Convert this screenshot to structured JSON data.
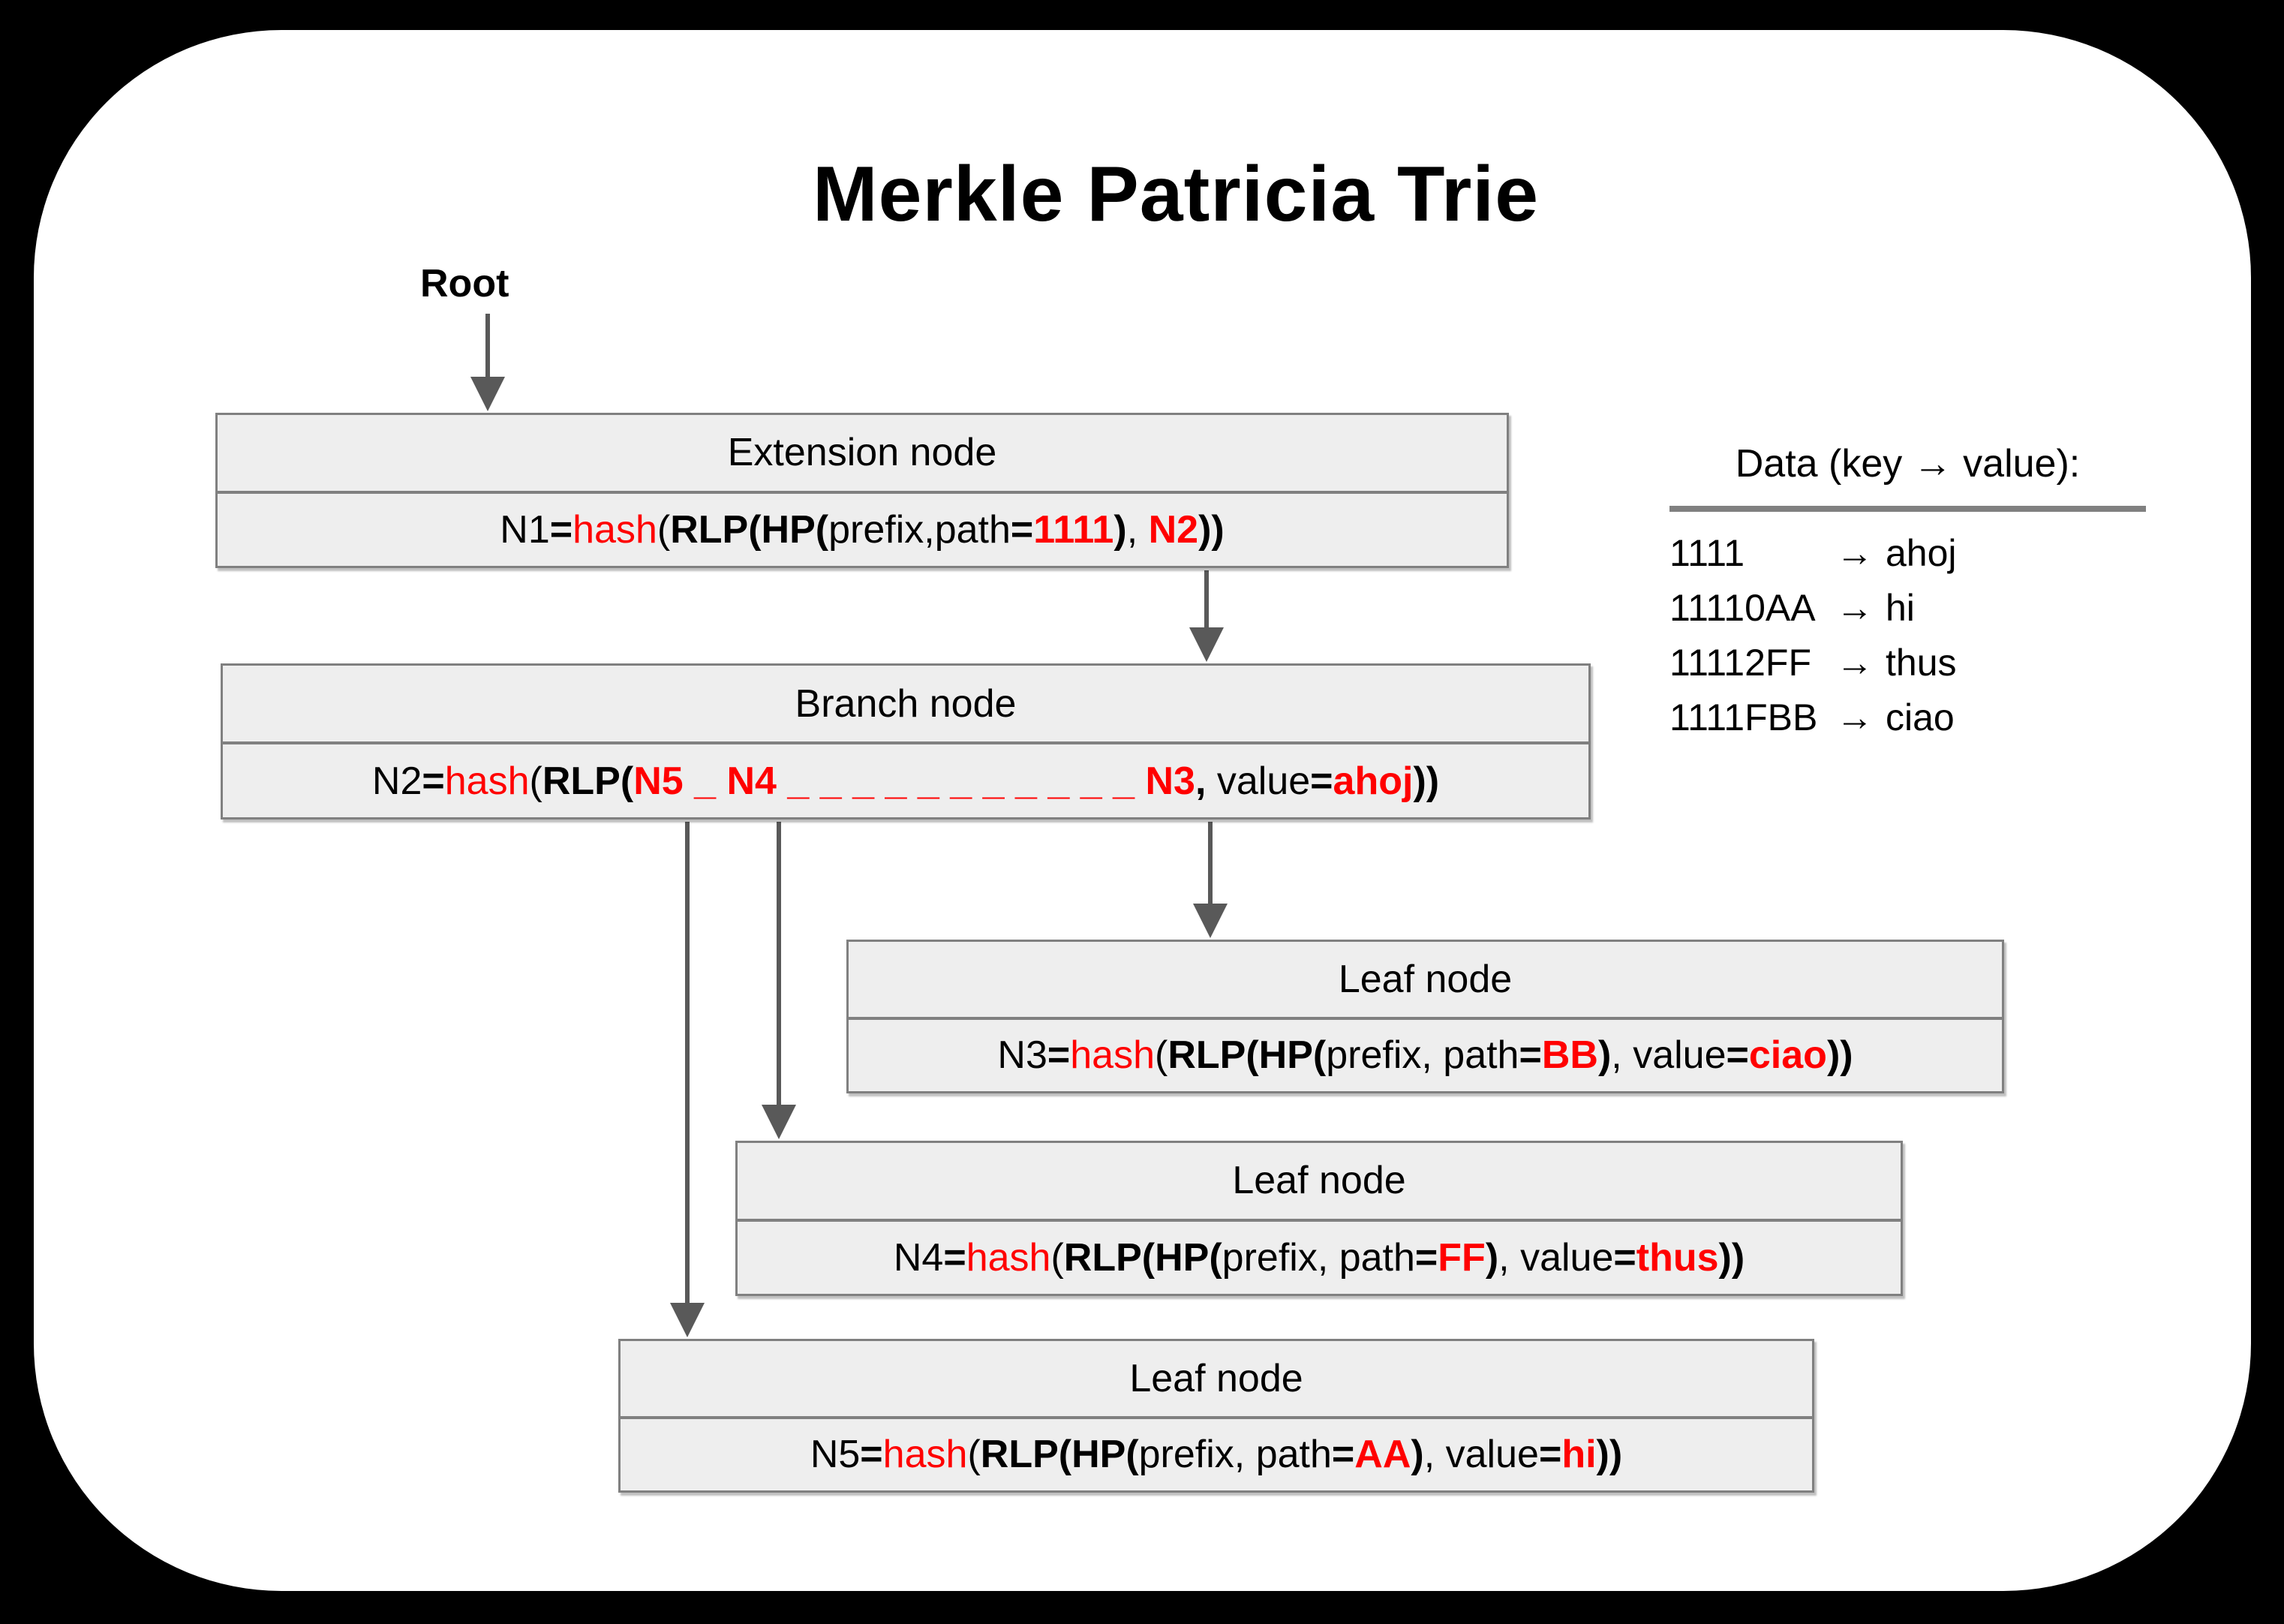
{
  "title": "Merkle Patricia Trie",
  "root_label": "Root",
  "nodes": {
    "extension": {
      "type_label": "Extension node",
      "formula": [
        {
          "text": "N1",
          "style": "plain"
        },
        {
          "text": "=",
          "style": "bold"
        },
        {
          "text": "hash",
          "style": "red"
        },
        {
          "text": "(",
          "style": "plain"
        },
        {
          "text": "RLP(HP(",
          "style": "bold"
        },
        {
          "text": "prefix,path",
          "style": "plain"
        },
        {
          "text": "=",
          "style": "bold"
        },
        {
          "text": "1111",
          "style": "redbold"
        },
        {
          "text": ")",
          "style": "bold"
        },
        {
          "text": ", ",
          "style": "plain"
        },
        {
          "text": "N2",
          "style": "redbold"
        },
        {
          "text": "))",
          "style": "bold"
        }
      ]
    },
    "branch": {
      "type_label": "Branch node",
      "formula": [
        {
          "text": "N2",
          "style": "plain"
        },
        {
          "text": "=",
          "style": "bold"
        },
        {
          "text": "hash",
          "style": "red"
        },
        {
          "text": "(",
          "style": "plain"
        },
        {
          "text": "RLP(",
          "style": "bold"
        },
        {
          "text": "N5 _ N4 ",
          "style": "redbold"
        },
        {
          "text": "_ _ _ _ _ _ _ _ _ _ _ ",
          "style": "redbold"
        },
        {
          "text": "N3",
          "style": "redbold"
        },
        {
          "text": ", ",
          "style": "bold"
        },
        {
          "text": "value",
          "style": "plain"
        },
        {
          "text": "=",
          "style": "bold"
        },
        {
          "text": "ahoj",
          "style": "redbold"
        },
        {
          "text": "))",
          "style": "bold"
        }
      ]
    },
    "leaf_n3": {
      "type_label": "Leaf node",
      "formula": [
        {
          "text": "N3",
          "style": "plain"
        },
        {
          "text": "=",
          "style": "bold"
        },
        {
          "text": "hash",
          "style": "red"
        },
        {
          "text": "(",
          "style": "plain"
        },
        {
          "text": "RLP(HP(",
          "style": "bold"
        },
        {
          "text": "prefix, path",
          "style": "plain"
        },
        {
          "text": "=",
          "style": "bold"
        },
        {
          "text": "BB",
          "style": "redbold"
        },
        {
          "text": ")",
          "style": "bold"
        },
        {
          "text": ", ",
          "style": "plain"
        },
        {
          "text": "value",
          "style": "plain"
        },
        {
          "text": "=",
          "style": "bold"
        },
        {
          "text": "ciao",
          "style": "redbold"
        },
        {
          "text": "))",
          "style": "bold"
        }
      ]
    },
    "leaf_n4": {
      "type_label": "Leaf node",
      "formula": [
        {
          "text": "N4",
          "style": "plain"
        },
        {
          "text": "=",
          "style": "bold"
        },
        {
          "text": "hash",
          "style": "red"
        },
        {
          "text": "(",
          "style": "plain"
        },
        {
          "text": "RLP(HP(",
          "style": "bold"
        },
        {
          "text": "prefix, path",
          "style": "plain"
        },
        {
          "text": "=",
          "style": "bold"
        },
        {
          "text": "FF",
          "style": "redbold"
        },
        {
          "text": ")",
          "style": "bold"
        },
        {
          "text": ", ",
          "style": "plain"
        },
        {
          "text": "value",
          "style": "plain"
        },
        {
          "text": "=",
          "style": "bold"
        },
        {
          "text": "thus",
          "style": "redbold"
        },
        {
          "text": "))",
          "style": "bold"
        }
      ]
    },
    "leaf_n5": {
      "type_label": "Leaf node",
      "formula": [
        {
          "text": "N5",
          "style": "plain"
        },
        {
          "text": "=",
          "style": "bold"
        },
        {
          "text": "hash",
          "style": "red"
        },
        {
          "text": "(",
          "style": "plain"
        },
        {
          "text": "RLP(HP(",
          "style": "bold"
        },
        {
          "text": "prefix, path",
          "style": "plain"
        },
        {
          "text": "=",
          "style": "bold"
        },
        {
          "text": "AA",
          "style": "redbold"
        },
        {
          "text": ")",
          "style": "bold"
        },
        {
          "text": ", ",
          "style": "plain"
        },
        {
          "text": "value",
          "style": "plain"
        },
        {
          "text": "=",
          "style": "bold"
        },
        {
          "text": "hi",
          "style": "redbold"
        },
        {
          "text": "))",
          "style": "bold"
        }
      ]
    }
  },
  "data_panel": {
    "header": "Data (key → value):",
    "arrow": "→",
    "rows": [
      {
        "key": "1111",
        "value": "ahoj"
      },
      {
        "key": "11110AA",
        "value": "hi"
      },
      {
        "key": "11112FF",
        "value": "thus"
      },
      {
        "key": "1111FBB",
        "value": "ciao"
      }
    ]
  },
  "colors": {
    "red": "#ff0000",
    "box_fill": "#eeeeee",
    "box_border": "#808080",
    "arrow": "#595959",
    "background": "#000000",
    "canvas": "#ffffff"
  }
}
